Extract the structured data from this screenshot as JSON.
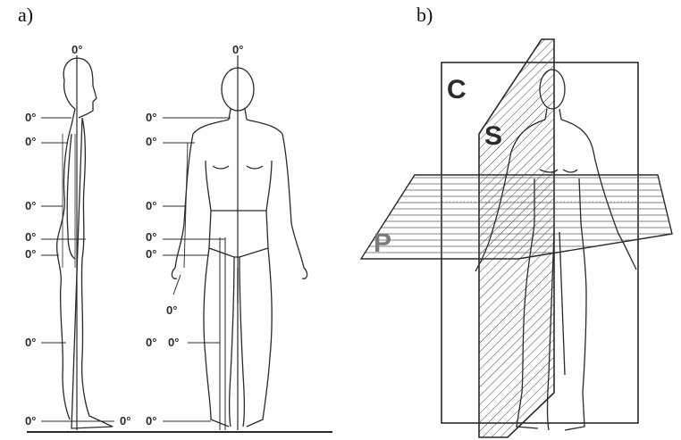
{
  "panels": {
    "a": {
      "label": "a)"
    },
    "b": {
      "label": "b)"
    }
  },
  "angle_label": "0°",
  "planes": {
    "coronal": "C",
    "sagittal": "S",
    "transverse": "P"
  },
  "colors": {
    "ink": "#2a2a2a",
    "plane_label_gray": "#7a7a7a",
    "background": "#ffffff"
  }
}
